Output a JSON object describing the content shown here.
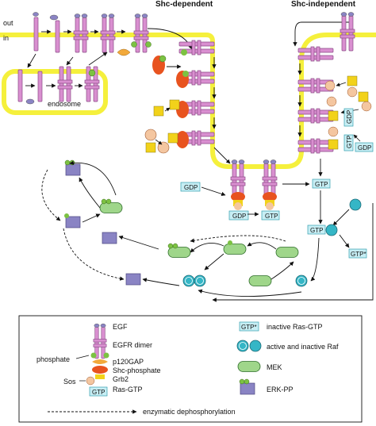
{
  "labels": {
    "out": "out",
    "in": "in",
    "endosome": "endosome",
    "shc_dependent": "Shc-dependent",
    "shc_independent": "Shc-independent",
    "gdp": "GDP",
    "gtp": "GTP",
    "gtp_star": "GTP*"
  },
  "legend": {
    "egf": "EGF",
    "egfr_dimer": "EGFR dimer",
    "phosphate": "phosphate",
    "p120gap": "p120GAP",
    "shc_phosphate": "Shc-phosphate",
    "grb2": "Grb2",
    "sos": "Sos",
    "ras_gtp": "Ras-GTP",
    "gtp_box": "GTP",
    "gtp_star_box": "GTP*",
    "inactive_ras_gtp": "inactive Ras-GTP",
    "raf": "active and inactive Raf",
    "mek": "MEK",
    "erk_pp": "ERK-PP",
    "dephos": "enzymatic dephosphorylation"
  },
  "colors": {
    "membrane": "#f5f03c",
    "receptor": "#d98fd0",
    "receptor_stroke": "#8a4a86",
    "egf": "#8a84c4",
    "phosphate": "#7cc242",
    "gap": "#f2a93b",
    "shc": "#e8531f",
    "grb2": "#f2d21a",
    "sos": "#f4c6a0",
    "ras_box": "#c7eef4",
    "raf": "#35b6c6",
    "mek": "#9fd68a",
    "erk": "#8a84c4"
  }
}
